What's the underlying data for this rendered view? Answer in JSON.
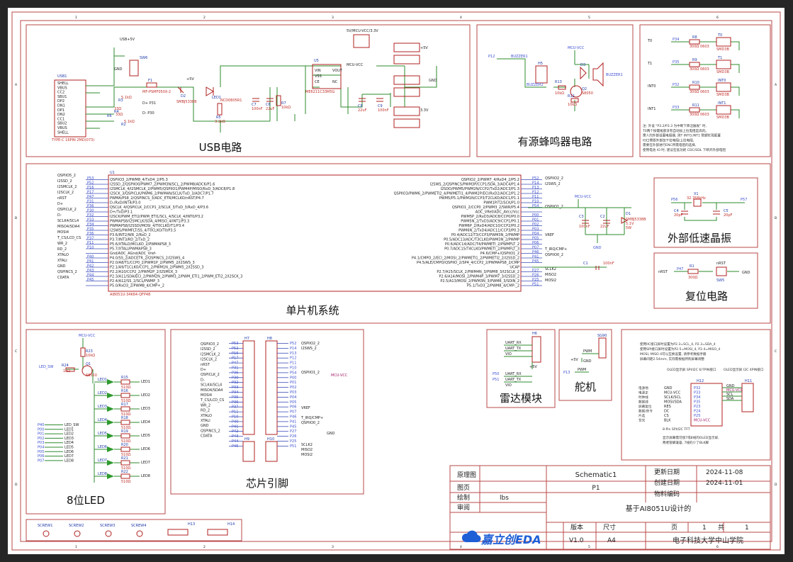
{
  "sheet": {
    "usb": {
      "title": "USB电路",
      "ref_usb": "USB1",
      "usb_part": "TYPE-C 16PIN 2MD(073)",
      "pins": [
        "SHELL",
        "VBUS",
        "CC2",
        "SBU1",
        "DP2",
        "DN1",
        "DP1",
        "DN2",
        "CC1",
        "SBU2",
        "VBUS",
        "SHELL"
      ],
      "labels": [
        "USB+5V",
        "GND",
        "SW6",
        "F1",
        "MF-PSMF050X-2",
        "+5V",
        "D2",
        "SMBJ5338B",
        "LED1",
        "NCD0805R1",
        "R5",
        "3.3kΩ",
        "R3",
        "5.1kΩ",
        "R4",
        "33Ω",
        "R6",
        "33Ω",
        "R2",
        "5.1kΩ",
        "D+ P31",
        "D- P30",
        "C7",
        "100nF",
        "C6",
        "22uF",
        "R7",
        "10kΩ",
        "U5",
        "VIN",
        "VSS",
        "CE",
        "VOUT",
        "NC",
        "ME6211C33M5G",
        "C8",
        "22uF",
        "C9",
        "100nF",
        "5V/MCU-VCC/3.3V",
        "MCU-VCC",
        "+5V",
        "GND",
        "3.3V"
      ]
    },
    "buzzer": {
      "title": "有源蜂鸣器电路",
      "labels": [
        "P12",
        "BUZZER1",
        "H5",
        "BUZZER2",
        "R13",
        "10kΩ",
        "R12",
        "10kΩ",
        "MCU-VCC",
        "D3",
        "Q2",
        "S8050",
        "BUZZER1"
      ]
    },
    "keys": {
      "rows": [
        {
          "name": "T0",
          "net": "P34",
          "r": "R8",
          "val": "300Ω 0603",
          "sw": "T0",
          "sw_part": "SMD3B"
        },
        {
          "name": "T1",
          "net": "P35",
          "r": "R9",
          "val": "300Ω 0603",
          "sw": "T1",
          "sw_part": "SMD3B"
        },
        {
          "name": "INT0",
          "net": "P32",
          "r": "R10",
          "val": "300Ω 0603",
          "sw": "INT0",
          "sw_part": "SMD3B"
        },
        {
          "name": "INT1",
          "net": "P33",
          "r": "R11",
          "val": "300Ω 0603",
          "sw": "INT1",
          "sw_part": "SMD3B"
        }
      ],
      "note": [
        "注: 外设 \"P3.2/P3.3 为中断下降沿触发\" 时,",
        "T0两个按键尾部没有自动加上拉电阻是高的。",
        "需人的外部设置电阻器, 则T INTO,INT1 管脚实现配置",
        "IO口需要外部加下拉电阻/上拉电阻,",
        "需要在外部进行ENC所需电阻的选择,",
        "使用电池 IO 时, 建议在低功耗 CDC/SDL 下断开外部电阻"
      ]
    },
    "mcu": {
      "title": "单片机系统",
      "ref": "U1",
      "part": "AI8051U-34K64-QFP48",
      "left_nets": [
        "QSPIIO5_2",
        "I2SSD_2",
        "I2SMCLK_2",
        "I2SCLK_2",
        "nRST",
        "D+",
        "QSPICLK_2",
        "D-",
        "SCLK4/SCL4",
        "MISO4/SDA4",
        "MOSI4",
        "T_CS/LCD_CS",
        "WR_2",
        "RD_2",
        "XTALO",
        "XTALI",
        "GND",
        "QSPINCS_2",
        "CDATA"
      ],
      "left_ports": [
        "P53",
        "P52",
        "P16",
        "P17",
        "P47",
        "P31",
        "P36",
        "P30",
        "P32",
        "P33",
        "P34",
        "P35",
        "P36",
        "P37",
        "P11",
        "P10",
        "",
        "P40",
        "P41",
        "P42",
        "P43",
        "P44",
        "P45"
      ],
      "left_pins": [
        "QSPIIO3_2/PWM8_4/TxD4_2/P5.3",
        "I2SSD_2/QSPIIO0/PWM7_2/PWM3N/SCL_2/PWM8/ADC6/P1.6",
        "I2SMCLK_4/I2SMCLK_2/PWM5/QSPIIO1/PWM4P/MISO/RxD_3/ADC8/P1.8",
        "I2SCK_3/QSPICLK/PWM6_2/PWM4N/SCLK/TxD_3/ADC7/P1.7",
        "PWMA/PS8_2/QSPINCS_3/ADC_ETR/MCLKO/nRST/P4.7",
        "D-/RxD/INT4/P3.0",
        "QSCLK_4/QSPICLK_2/CCP1_2/SCLK_3/TxD_3/RxD_4/P3.6",
        "D+/TxD/P3.1",
        "I2SCK/PWM_ETI2/PWM_ETI1/SCL_4/SCLK_4/INT0/P3.2",
        "PWMAPS8/I2SMCLK/SDA_4/MISO_4/INT1/P3.3",
        "PWMAPS8/I2SSDI/MOSI_4/T0CLKO/T1/P3.4",
        "I2SWS/PWMFLT/SS_4/T0CLKO/T0/P3.5",
        "P3.6/INT2/WR_2/RxD_2",
        "P3.7/INT3/RD_2/TxD_2",
        "P5.6/XTALO/MCLKO_2/PWMAPS8_3",
        "P5.7/XTALI/PWMAPS8_3",
        "Gnd/ADC_AGnd/ADC_Vref-",
        "P4.0/SS_2/ADCETR_2/QSPINCS_2/I2SWS_4",
        "P2.0/A8/T1/CCP0_2/PWM1P_2/PWM5_2/I2SWS_3",
        "P2.1/A9/T1CLKO/CCP1_2/PWM1N_2/PWM5_2/I2SSD_3",
        "P2.2/A10/CCP2_2/PWM2P_2/I2SMCK_3",
        "P2.3/A11/SDA/ECI_2/PWM2N_2/PWM3_2/PWM_ETI1_2/PWM_ETI2_2/I2SCK_3",
        "P2.4/A12/SS_2/SCL/PWMP_3",
        "P5.0/RxD3_2/PWM8_4/CMP+_2"
      ],
      "right_pins": [
        "QSPIIO2_2/PWM7_4/RxD4_2/P5.2",
        "I2SWS_2/QSPINCS/PWM3P/CCP1/SDA_3/ADC4/P1.4",
        "I2SDO/PWM5/PWM2N/CCP2/TxD2/ADC3/P1.3",
        "QSPIIO3/PWM6_2/PWMETI2_4/PWMETI1_4/PWM2P/ECI/RxD2/ADC2/P1.2",
        "PWM5/P5.1/PWM1N/CCP3/T2CLKO/ADC1/P1.1",
        "PWM1P/T2/SCK/P1.0",
        "QSPIIO1_2/CCP0_2/PWM3_2/SWR/P5.4",
        "ADC_VRef/ADC_AVcc/Vcc",
        "PWM5P_2/RxD3/ADC8/CCP0/P0.0",
        "PWM5N_2/TxD3/ADC9/CCP1/P0.1",
        "PWM6P_2/RxD4/ADC10/CCP2/P0.2",
        "PWM6N_2/TxD4/ADC11/CCP3/P0.3",
        "P0.4/ADC12/T3/CCP3/PWM3N_2/PWMP",
        "P0.5/ADC13/ADC/T3CLKO/PWM3N_2/PWMP",
        "P0.6/ADC14/ADC/T4/PWMETI_2/PWMFLT_2",
        "P0.7/ADC15/T4CLKO/PWMETI_2/PWMFLT_3",
        "P4.6/CMP+/QSPIIO1_2",
        "P4.1/CMPO_2/ECI_2/MOSI_2/PWMETI1_2/PWMETI2_2/I2SSD_2",
        "P4.5/ALE/CMPO/QSPIIO_2/SP4_4/CCP2_2/PWMAPS8_2/CMP",
        "UCAP",
        "P2.7/A15/SCLK_2/PWM4N_3/PWM8_3/I2SCLK_2",
        "P2.6/A14/MOSI_2/PWM4P_3/PWM7_3/I2SSD_2",
        "P2.5/A13/MOSI_2/PWM3N_3/PWM6_3/SDIN_2",
        "P5.1/TxD3_2/PWM8_4/CMP-_2"
      ],
      "right_ports": [
        "P52",
        "P14",
        "P13",
        "P12",
        "P11",
        "P10",
        "P54",
        "",
        "P00",
        "P01",
        "P02",
        "P03",
        "P04",
        "P05",
        "P06",
        "P07",
        "P46",
        "P41",
        "P45",
        "",
        "P27",
        "P26",
        "P25",
        "P51"
      ],
      "right_nets": [
        "QSPIIO2_2",
        "I2SWS_2",
        "QSPIIO1_2",
        "VREF",
        "T_IRQ/CMP+",
        "QSPIIO0_2",
        "SCLK2",
        "MISO2",
        "MOSI2"
      ],
      "decouple": [
        "MCU-VCC",
        "C3",
        "100nF",
        "C2",
        "22uF",
        "D1",
        "SMBJ5338B",
        "5.1V",
        "5W",
        "GND",
        "C1",
        "100nF"
      ]
    },
    "xtal": {
      "title": "外部低速晶振",
      "labels": [
        "X1",
        "32.768kHz",
        "P56",
        "P57",
        "C4",
        "20pF",
        "C5",
        "20pF"
      ]
    },
    "reset": {
      "title": "复位电路",
      "labels": [
        "nRST",
        "P47",
        "R1",
        "300Ω",
        "nRST",
        "SW5",
        "GND"
      ]
    },
    "led": {
      "title": "8位LED",
      "labels": [
        "MCU-VCC",
        "R23",
        "10kΩ",
        "R24",
        "1kΩ",
        "LED_SW",
        "Q1",
        "S8550"
      ],
      "leds": [
        "LED1",
        "LED2",
        "LED3",
        "LED4",
        "LED5",
        "LED6",
        "LED7",
        "LED8"
      ],
      "resistors": [
        "R15",
        "R16",
        "R17",
        "R18",
        "R19",
        "R20",
        "R21",
        "R22"
      ],
      "rval": "510Ω",
      "bus_left": [
        "P40",
        "P00",
        "P01",
        "P02",
        "P03",
        "P04",
        "P05",
        "P06",
        "P07"
      ],
      "bus_right": [
        "LED_SW",
        "LED1",
        "LED2",
        "LED3",
        "LED4",
        "LED5",
        "LED6",
        "LED7",
        "LED8"
      ]
    },
    "chip": {
      "title": "芯片引脚",
      "left_nets": [
        "QSPIIO3_2",
        "I2SSD_2",
        "I2SMCLK_2",
        "I2SCLK_2",
        "nRST",
        "D+",
        "QSPICLK_2",
        "D-",
        "SCLK4/SCL4",
        "MISO4/SDA4",
        "MOSI4",
        "T_CS/LCD_CS",
        "WR_2",
        "RD_2",
        "XTALO",
        "XTALI",
        "GND",
        "QSPINCS_2",
        "CDATA"
      ],
      "left_ports": [
        "P53",
        "P52",
        "P16",
        "P17",
        "P47",
        "P31",
        "P36",
        "P30",
        "P32",
        "P33",
        "P34",
        "P35",
        "P36",
        "P37",
        "P11",
        "P10",
        "P40",
        "P41",
        "P42",
        "P43",
        "P44",
        "P45"
      ],
      "right_ports": [
        "P52",
        "P14",
        "P13",
        "P12",
        "P11",
        "P10",
        "P54",
        "P00",
        "P01",
        "P02",
        "P03",
        "P04",
        "P05",
        "P06",
        "P07",
        "P46",
        "P41",
        "P45",
        "P27",
        "P26",
        "P25",
        "P51"
      ],
      "right_nets": [
        "QSPIIO2_2",
        "I2SWS_2",
        "QSPIIO1_2",
        "MCU-VCC",
        "VREF",
        "T_IRQ/CMP+",
        "QSPIIO0_2",
        "GND",
        "SCLK2",
        "MISO2",
        "MOSI2"
      ],
      "headers": [
        "H7",
        "H8",
        "H9",
        "H10"
      ]
    },
    "radar": {
      "title": "雷达模块",
      "labels": [
        "H6",
        "UART_RX",
        "UART_TX",
        "VIO",
        "P50",
        "UART_RX",
        "P51",
        "UART_TX",
        "+5V",
        "VIO"
      ]
    },
    "servo": {
      "title": "舵机",
      "labels": [
        "SG90",
        "PWM",
        "+5V",
        "GND",
        "P13",
        "PWM"
      ]
    },
    "oled": {
      "note": [
        "使用IIC接口屏时设置为P2.3=SCL_4, P2.3=SDA_4",
        "使用SPI接口屏时设置为P2.5=MOSI_4, P2.4=MISO_4",
        "MOSI, MISO 4可以互换设置, 请参考数据手册",
        "屏幕间距2.54mm, 实际需根据所购屏幕调整"
      ],
      "h12_title": "OLED显示屏 SPI/I2C 6/7PIN接口",
      "h11_title": "OLED显示屏 I2C 4PIN接口",
      "h12": "H12",
      "h11": "H11",
      "pin_desc": [
        "电源地",
        "电源正",
        "时钟线",
        "数据线",
        "屏幕复位",
        "数据/命令",
        "片选",
        "背光"
      ],
      "pin_nets": [
        "GND",
        "MCU-VCC",
        "SCLK/SCL",
        "MOSI/SDA",
        "RES",
        "DC",
        "CS",
        "BLK"
      ],
      "pins": [
        "P32",
        "P33",
        "P34",
        "P35",
        "P23",
        "P24",
        "P25",
        "MCU-VCC"
      ],
      "h11_nets": [
        "GND",
        "MCU-VCC",
        "SCL",
        "SDA"
      ],
      "type": "8-Pin SPI/I2C TFT",
      "foot": [
        "显示屏幕需可接7或8线的OLED显示屏,",
        "两者管脚兼容, 7线的少了BLK脚"
      ]
    },
    "screws": {
      "items": [
        "SCREW1",
        "SCREW2",
        "SCREW3",
        "SCREW4"
      ],
      "headers": [
        "H13",
        "H14"
      ]
    },
    "titleblock": {
      "k_schematic": "原理图",
      "v_schematic": "Schematic1",
      "k_update": "更新日期",
      "v_update": "2024-11-08",
      "k_create": "创建日期",
      "v_create": "2024-11-01",
      "k_page": "图页",
      "v_page": "P1",
      "k_material": "物料编码",
      "k_drawn": "绘制",
      "v_drawn": "lbs",
      "k_review": "审阅",
      "project": "基于AI8051U设计的",
      "logo": "嘉立创EDA",
      "k_version": "版本",
      "k_size": "尺寸",
      "k_sheet": "页",
      "k_total": "共",
      "v_version": "V1.0",
      "v_size": "A4",
      "v_sheet": "1",
      "v_total": "1",
      "org": "电子科技大学中山学院"
    },
    "frame_cols": [
      "1",
      "2",
      "3",
      "4",
      "5",
      "6"
    ],
    "frame_rows": [
      "A",
      "B",
      "C",
      "D"
    ],
    "colors": {
      "frame": "#b94a48",
      "wire": "#2e8b2e",
      "component": "#b02020",
      "pin": "#3d4db8",
      "background": "#262626"
    }
  }
}
